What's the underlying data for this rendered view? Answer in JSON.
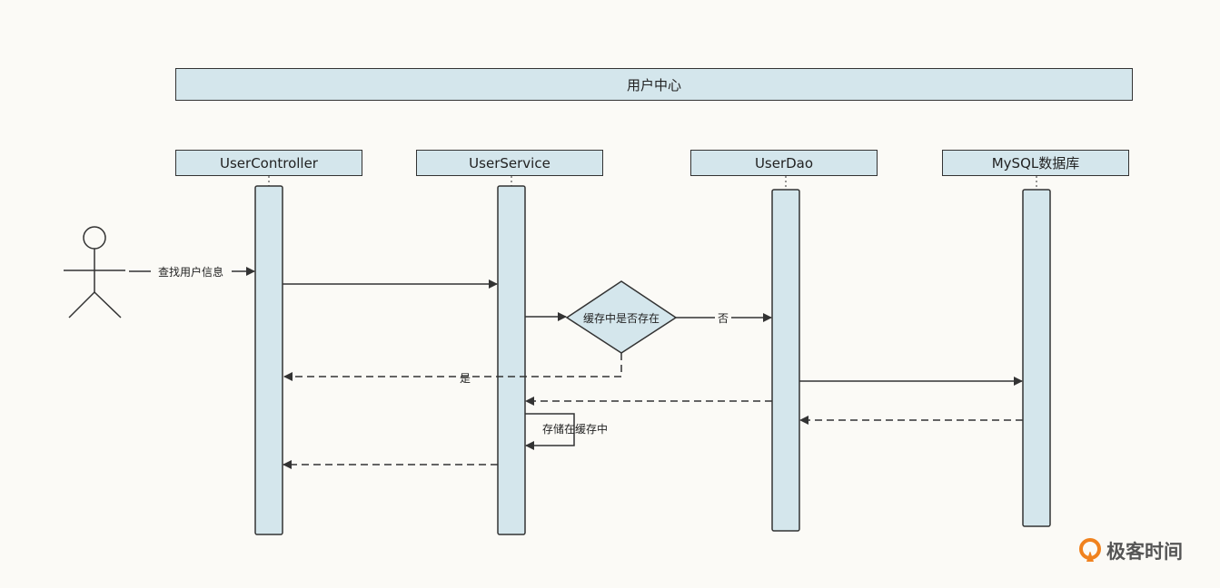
{
  "frame": {
    "title": "用户中心"
  },
  "lifelines": [
    {
      "name": "UserController"
    },
    {
      "name": "UserService"
    },
    {
      "name": "UserDao"
    },
    {
      "name": "MySQL数据库"
    }
  ],
  "actor": {
    "message": "查找用户信息"
  },
  "decision": {
    "label": "缓存中是否存在",
    "yes_label": "是",
    "no_label": "否"
  },
  "self_message": {
    "label": "存储在缓存中"
  },
  "watermark": {
    "text": "极客时间"
  },
  "colors": {
    "box_fill": "#d4e6ec",
    "stroke": "#333333",
    "background": "#fbfaf6",
    "logo": "#f0821e"
  }
}
